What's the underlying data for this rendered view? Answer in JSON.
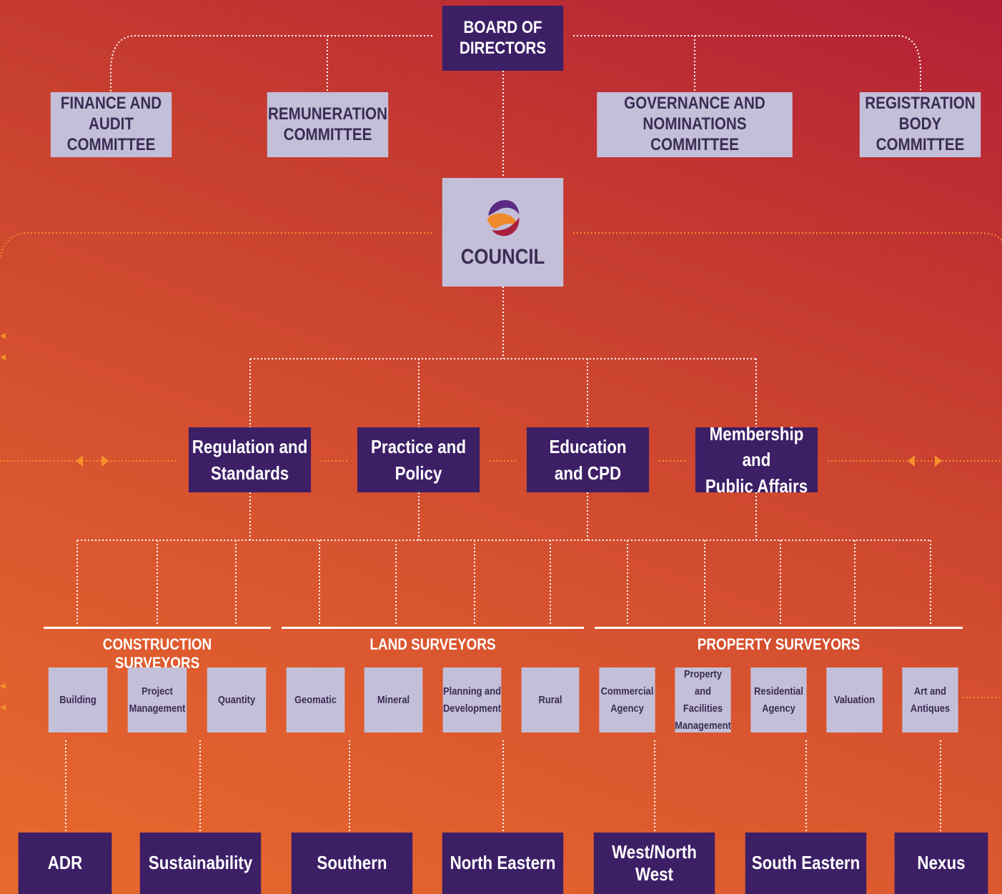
{
  "board": {
    "line1": "BOARD OF",
    "line2": "DIRECTORS"
  },
  "committees": [
    {
      "line1": "FINANCE AND",
      "line2": "AUDIT COMMITTEE"
    },
    {
      "line1": "REMUNERATION",
      "line2": "COMMITTEE"
    },
    {
      "line1": "GOVERNANCE AND",
      "line2": "NOMINATIONS COMMITTEE"
    },
    {
      "line1": "REGISTRATION",
      "line2": "BODY COMMITTEE"
    }
  ],
  "council": {
    "label": "COUNCIL",
    "logo_icon": "swirl-logo-icon"
  },
  "boards": [
    {
      "line1": "Regulation and",
      "line2": "Standards"
    },
    {
      "line1": "Practice and",
      "line2": "Policy"
    },
    {
      "line1": "Education",
      "line2": "and CPD"
    },
    {
      "line1": "Membership and",
      "line2": "Public Affairs"
    }
  ],
  "groups": [
    {
      "title": "CONSTRUCTION SURVEYORS"
    },
    {
      "title": "LAND SURVEYORS"
    },
    {
      "title": "PROPERTY SURVEYORS"
    }
  ],
  "professional_groups": [
    "Building",
    "Project\nManagement",
    "Quantity",
    "Geomatic",
    "Mineral",
    "Planning and\nDevelopment",
    "Rural",
    "Commercial\nAgency",
    "Property and\nFacilities\nManagement",
    "Residential\nAgency",
    "Valuation",
    "Art and\nAntiques"
  ],
  "bottom_items": [
    "ADR",
    "Sustainability",
    "Southern",
    "North Eastern",
    "West/North West",
    "South Eastern",
    "Nexus"
  ],
  "colors": {
    "purple": "#3d1f66",
    "lavender": "#c4bfd9",
    "connector": "#ffffff",
    "arrow": "#f5902a",
    "logo_purple": "#5a2a82",
    "logo_orange": "#f08a2c",
    "logo_crimson": "#a8203e"
  }
}
